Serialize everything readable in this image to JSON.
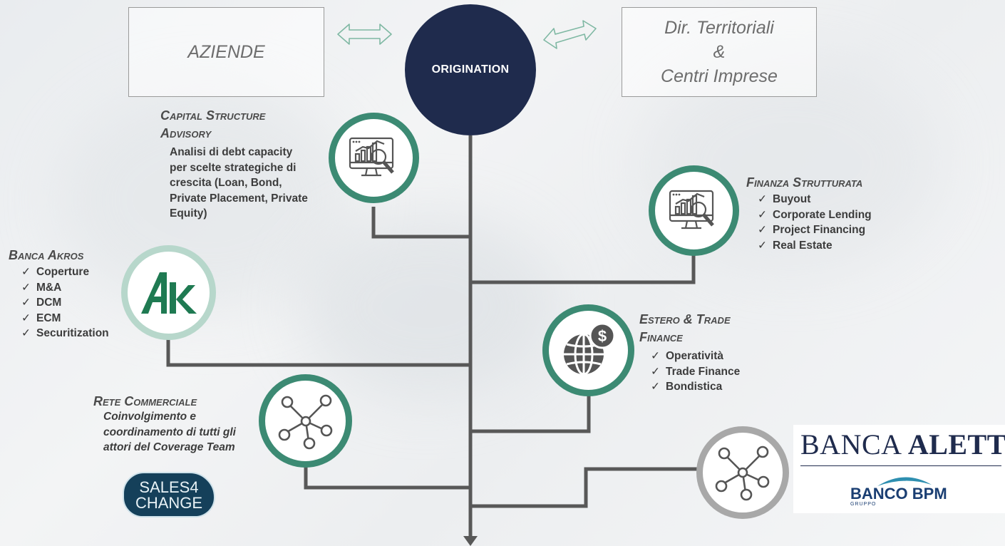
{
  "header": {
    "left_box": "AZIENDE",
    "center": "ORIGINATION",
    "right_box": [
      "Dir. Territoriali",
      "&",
      "Centri Imprese"
    ]
  },
  "nodes": {
    "capital": {
      "title": [
        "Capital Structure",
        "Advisory"
      ],
      "lines": [
        "Analisi di debt capacity",
        "per scelte strategiche di",
        "crescita (Loan, Bond,",
        "Private Placement, Private",
        "Equity)"
      ],
      "icon": "analytics-monitor-icon"
    },
    "finanza": {
      "title": "Finanza Strutturata",
      "items": [
        "Buyout",
        "Corporate Lending",
        "Project Financing",
        "Real Estate"
      ],
      "icon": "analytics-monitor-icon"
    },
    "akros": {
      "title": "Banca Akros",
      "items": [
        "Coperture",
        "M&A",
        "DCM",
        "ECM",
        "Securitization"
      ],
      "icon": "akros-logo"
    },
    "estero": {
      "title": [
        "Estero & Trade",
        "Finance"
      ],
      "items": [
        "Operatività",
        "Trade Finance",
        "Bondistica"
      ],
      "icon": "globe-dollar-icon"
    },
    "rete": {
      "title": "Rete Commerciale",
      "lines": [
        "Coinvolgimento e",
        "coordinamento di tutti gli",
        "attori del Coverage Team"
      ],
      "icon": "network-icon"
    },
    "aletti": {
      "icon": "network-icon"
    }
  },
  "logos": {
    "akros_letters": "Ak",
    "sales": [
      "SALES4",
      "CHANGE"
    ],
    "aletti_name_a": "BANCA",
    "aletti_name_b": "ALETTI",
    "bpm_a": "BANCO",
    "bpm_b": "BPM",
    "bpm_sub": "GRUPPO"
  },
  "colors": {
    "navy": "#1f2b4d",
    "green": "#3c8a73",
    "light_green": "#b7d7cb",
    "gray_line": "#585858",
    "bpm_blue": "#1a3e72"
  }
}
